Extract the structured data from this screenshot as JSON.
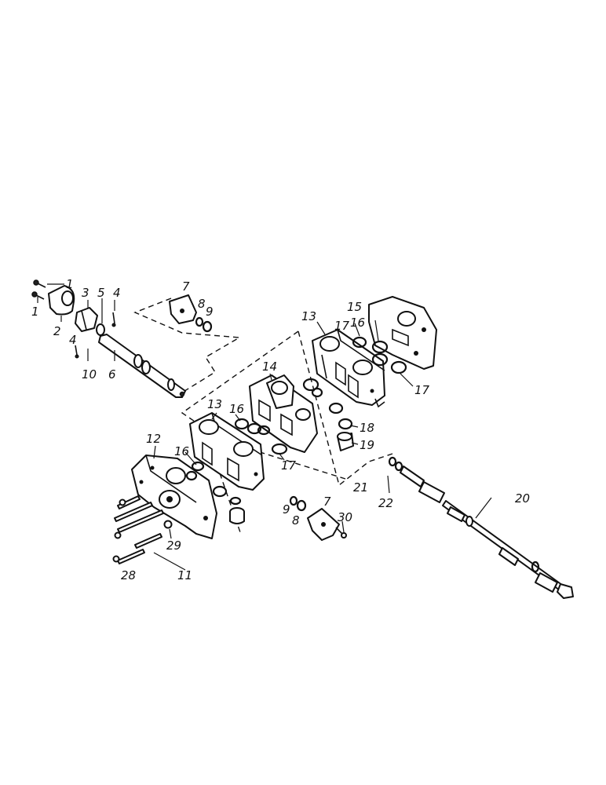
{
  "diagram": {
    "callouts": [
      "1",
      "1",
      "2",
      "3",
      "5",
      "4",
      "4",
      "10",
      "6",
      "7",
      "8",
      "9",
      "13",
      "15",
      "16",
      "17",
      "17",
      "14",
      "18",
      "19",
      "13",
      "16",
      "16",
      "17",
      "12",
      "21",
      "22",
      "20",
      "9",
      "8",
      "7",
      "30",
      "29",
      "28",
      "11"
    ]
  }
}
